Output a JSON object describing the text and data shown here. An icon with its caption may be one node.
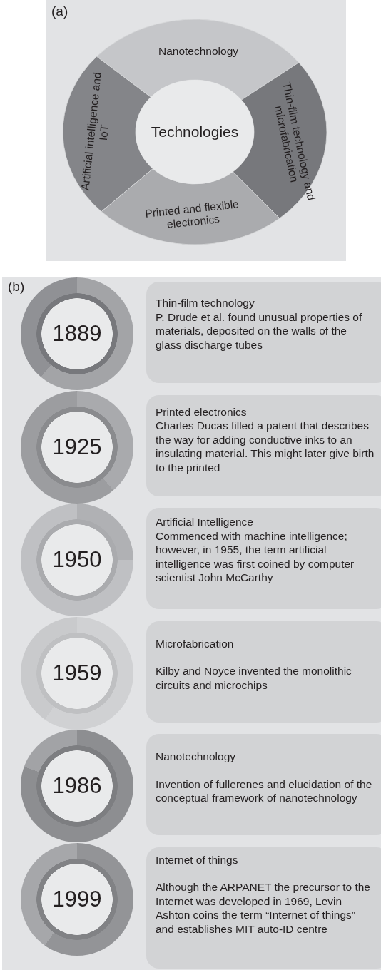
{
  "diagram": {
    "nodes": [
      {
        "text": [
          "Nanotechnology"
        ]
      },
      {
        "text": [
          "Artificial intelligence and IoT"
        ]
      },
      {
        "text": [
          "Thin-film technology and microfabrication"
        ]
      },
      {
        "text": [
          "Technologies"
        ]
      },
      {
        "text": [
          "Printed and flexible electronics"
        ]
      },
      {
        "text": [
          "1889"
        ]
      },
      {
        "text": [
          "Thin-film technology",
          "P. Drude et al. found unusual properties of materials, deposited on the walls of the glass discharge tubes"
        ]
      },
      {
        "text": [
          "1925"
        ]
      },
      {
        "text": [
          "Printed electronics",
          "Charles Ducas filled a patent that describes the way for adding conductive inks to an insulating material. This might later give birth to the printed"
        ]
      },
      {
        "text": [
          "1950"
        ]
      },
      {
        "text": [
          "Artificial Intelligence",
          "Commenced with machine intelligence; however, in 1955, the term artificial intelligence was first coined by computer scientist John McCarthy"
        ]
      },
      {
        "text": [
          "1959"
        ]
      },
      {
        "text": [
          "Microfabrication",
          "Kilby and Noyce invented the monolithic circuits and microchips"
        ]
      },
      {
        "text": [
          "1986"
        ]
      },
      {
        "text": [
          "Nanotechnology",
          "Invention of fullerenes and elucidation of the conceptual framework of nanotechnology"
        ]
      },
      {
        "text": [
          "1999"
        ]
      },
      {
        "text": [
          "Internet of things",
          "Although the ARPANET the precursor to the Internet was developed in 1969, Levin Ashton coins the term “Internet of things” and establishes MIT auto-ID centre"
        ]
      }
    ],
    "edges": [],
    "labels": [
      "(a)",
      "(b)"
    ]
  }
}
